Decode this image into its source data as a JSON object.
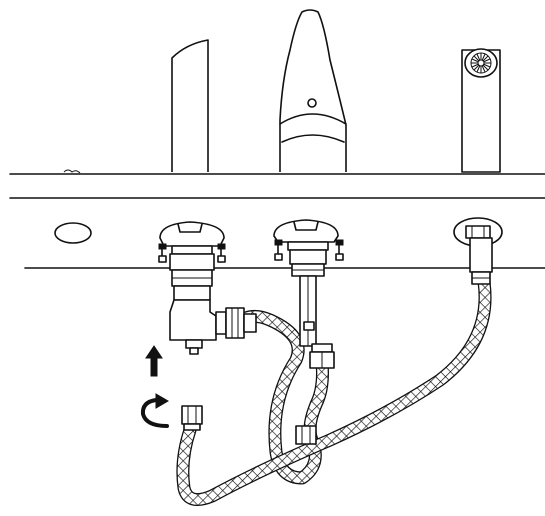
{
  "diagram": {
    "kind": "faucet-hose-installation",
    "text_labels": [],
    "components": [
      "counter-top",
      "left-handle",
      "spout",
      "right-handle",
      "left-valve-body",
      "spout-shank",
      "right-valve-shank",
      "braided-hoses",
      "up-arrow",
      "rotate-arrow"
    ],
    "colors": {
      "line": "#111111",
      "fill": "#ffffff",
      "accent": "#111111"
    }
  }
}
